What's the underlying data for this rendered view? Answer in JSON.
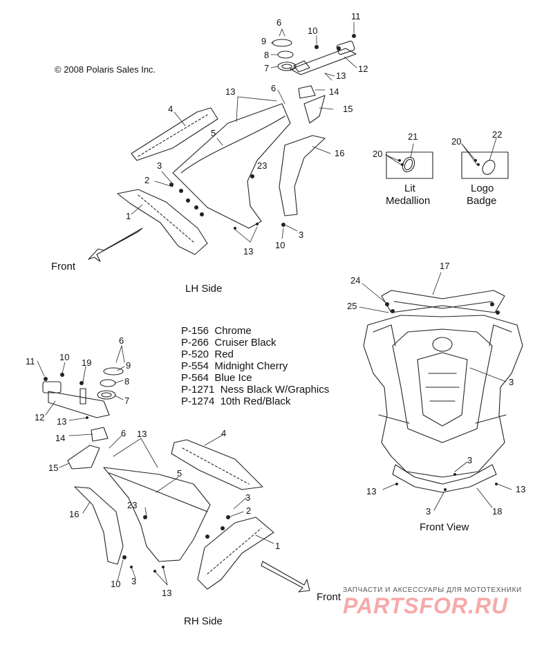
{
  "copyright": "© 2008 Polaris Sales Inc.",
  "views": {
    "lh": "LH Side",
    "rh": "RH Side",
    "front": "Front View"
  },
  "front_labels": {
    "lh": "Front",
    "rh": "Front"
  },
  "insets": {
    "lit_medallion": [
      "Lit",
      "Medallion"
    ],
    "logo_badge": [
      "Logo",
      "Badge"
    ]
  },
  "legend": [
    "P-156  Chrome",
    "P-266  Cruiser Black",
    "P-520  Red",
    "P-554  Midnight Cherry",
    "P-564  Blue Ice",
    "P-1271  Ness Black W/Graphics",
    "P-1274  10th Red/Black"
  ],
  "callouts": {
    "lh": [
      "6",
      "11",
      "9",
      "10",
      "8",
      "7",
      "12",
      "13",
      "13",
      "14",
      "6",
      "15",
      "4",
      "5",
      "16",
      "3",
      "23",
      "2",
      "1",
      "10",
      "3",
      "13"
    ],
    "insets": [
      "20",
      "21",
      "20",
      "22"
    ],
    "front": [
      "17",
      "24",
      "25",
      "3",
      "3",
      "13",
      "13",
      "3",
      "18"
    ],
    "rh": [
      "6",
      "11",
      "10",
      "19",
      "9",
      "8",
      "7",
      "12",
      "13",
      "14",
      "6",
      "13",
      "4",
      "15",
      "5",
      "16",
      "23",
      "3",
      "2",
      "1",
      "10",
      "3",
      "13"
    ]
  },
  "watermark": {
    "caption": "ЗАПЧАСТИ И АКСЕССУАРЫ ДЛЯ МОТОТЕХНИКИ",
    "brand": "PARTSFOR.RU"
  }
}
